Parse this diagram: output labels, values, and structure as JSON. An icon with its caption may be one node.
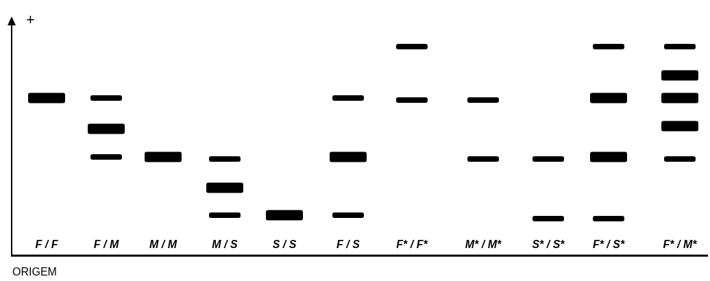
{
  "diagram": {
    "labels": [
      "+",
      "F / F",
      "F / M",
      "M / M",
      "M / S",
      "S / S",
      "F / S",
      "F* / F*",
      "M* / M*",
      "S* / S*",
      "F* / S*",
      "F* / M*",
      "ORIGEM"
    ]
  }
}
